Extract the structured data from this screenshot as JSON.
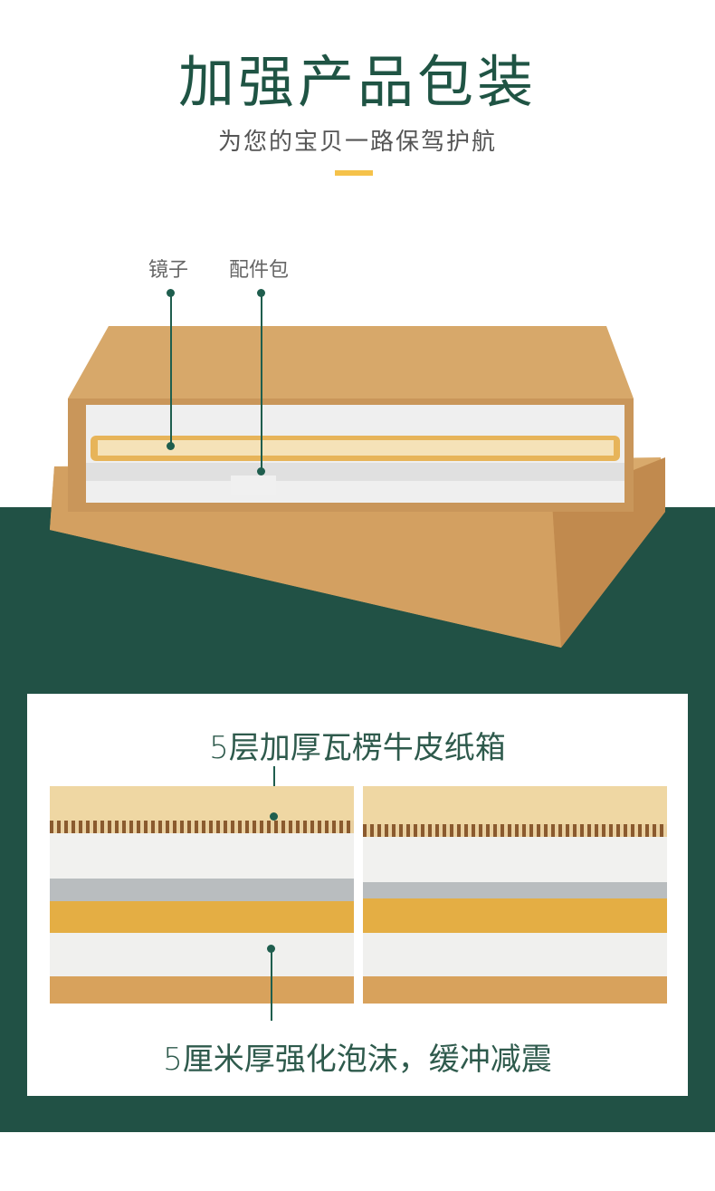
{
  "header": {
    "title": "加强产品包装",
    "subtitle": "为您的宝贝一路保驾护航"
  },
  "callouts": {
    "mirror": "镜子",
    "accessory_pack": "配件包"
  },
  "detail": {
    "top_caption": "5层加厚瓦楞牛皮纸箱",
    "bottom_caption": "5厘米厚强化泡沫，缓冲减震"
  },
  "colors": {
    "green": "#215145",
    "accent": "#f5c24a",
    "title": "#1f5444"
  }
}
